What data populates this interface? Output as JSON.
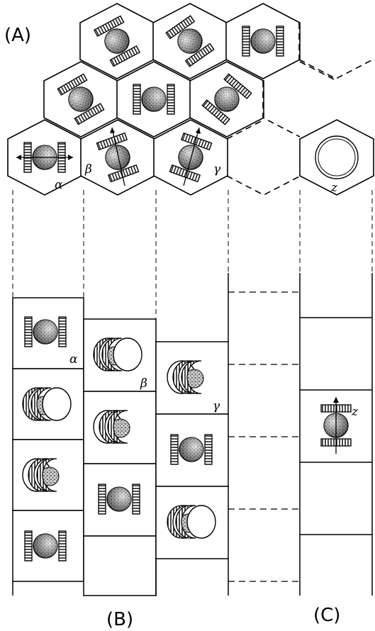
{
  "panels": {
    "a": "(A)",
    "b": "(B)",
    "c": "(C)"
  },
  "labels": {
    "alpha_hex": "α",
    "beta_hex": "β",
    "gamma_hex": "γ",
    "z_hex": "z",
    "alpha_col": "α",
    "beta_col": "β",
    "gamma_col": "γ",
    "z_col": "z"
  },
  "icons": {
    "ball": "textured-sphere",
    "disc": "striped-disc-edge",
    "face": "flat-disc-face",
    "ring": "open-circle"
  }
}
